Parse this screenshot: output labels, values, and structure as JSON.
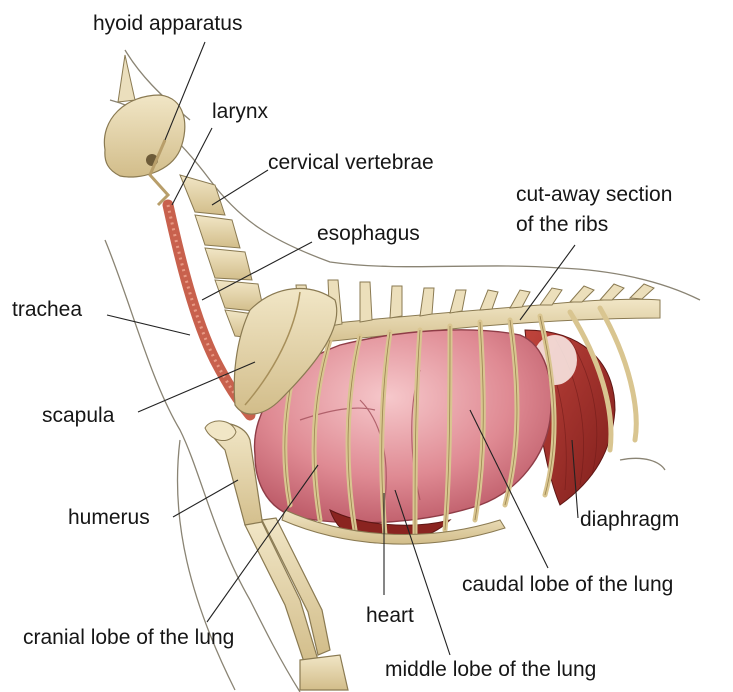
{
  "figure": {
    "labels": {
      "hyoid": "hyoid apparatus",
      "larynx": "larynx",
      "cervical": "cervical vertebrae",
      "cutaway_line1": "cut-away section",
      "cutaway_line2": "of the ribs",
      "esophagus": "esophagus",
      "trachea": "trachea",
      "scapula": "scapula",
      "humerus": "humerus",
      "diaphragm": "diaphragm",
      "caudal": "caudal lobe of the lung",
      "heart": "heart",
      "cranial": "cranial lobe of the lung",
      "middle": "middle lobe of the lung"
    },
    "colors": {
      "bone": "#e7d8b0",
      "bone_dark": "#b89e6a",
      "lung": "#d97b86",
      "lung_light": "#f0b7bb",
      "muscle": "#9c2a25",
      "trachea": "#c8614d",
      "outline": "#6f6a5c"
    }
  }
}
